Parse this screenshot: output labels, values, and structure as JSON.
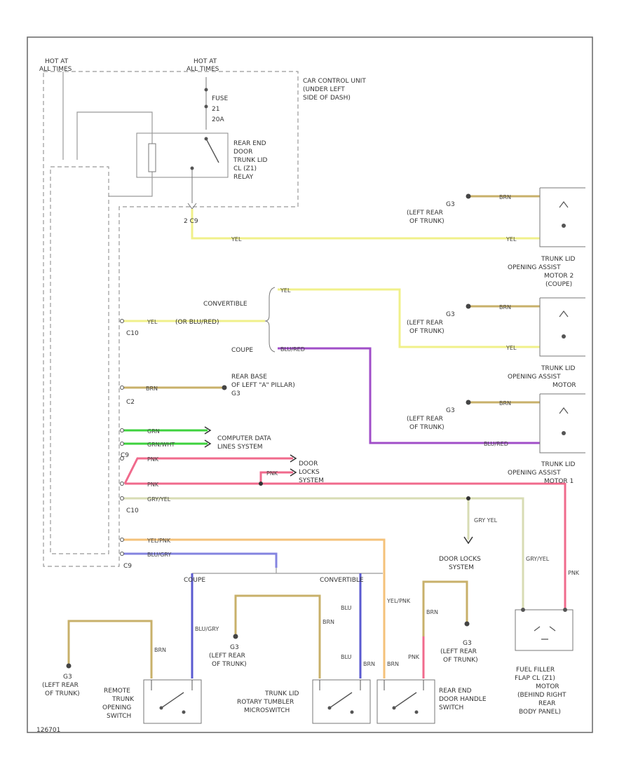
{
  "page": {
    "footer_code": "126701"
  },
  "labels": {
    "hot_ign_1": "HOT AT",
    "hot_ign_2": "ALL TIMES",
    "hot_all_1": "HOT AT",
    "hot_all_2": "ALL TIMES",
    "fuse_1": "FUSE",
    "fuse_2": "21",
    "fuse_3": "20A",
    "ccu_1": "CAR CONTROL UNIT",
    "ccu_2": "(UNDER LEFT",
    "ccu_3": "SIDE OF DASH)",
    "relay_1": "REAR END",
    "relay_2": "DOOR",
    "relay_3": "TRUNK LID",
    "relay_4": "CL (Z1)",
    "relay_5": "RELAY",
    "c9_top": "2  C9",
    "g_1a": "G3",
    "g_1b": "(LEFT REAR",
    "g_1c": "OF TRUNK)",
    "m3_1": "TRUNK LID",
    "m3_2": "OPENING ASSIST",
    "m3_3": "MOTOR 2",
    "m3_4": "(COUPE)",
    "convertible": "CONVERTIBLE",
    "or_blured": "(OR BLU/RED)",
    "coupe": "COUPE",
    "c10": "C10",
    "g_2a": "G3",
    "g_2b": "(LEFT REAR",
    "g_2c": "OF TRUNK)",
    "m2_1": "TRUNK LID",
    "m2_2": "OPENING ASSIST",
    "m2_3": "MOTOR",
    "rear_base_1": "REAR BASE",
    "rear_base_2": "OF LEFT \"A\" PILLAR)",
    "rear_base_3": "G3",
    "c2": "C2",
    "g_3a": "G3",
    "g_3b": "(LEFT REAR",
    "g_3c": "OF TRUNK)",
    "computer_1": "COMPUTER DATA",
    "computer_2": "LINES SYSTEM",
    "door_locks_1": "DOOR",
    "door_locks_2": "LOCKS",
    "door_locks_3": "SYSTEM",
    "m1_1": "TRUNK LID",
    "m1_2": "OPENING ASSIST",
    "m1_3": "MOTOR 1",
    "c9_mid": "C9",
    "c10_low": "C10",
    "c9_low": "C9",
    "door_locks_b1": "DOOR LOCKS",
    "door_locks_b2": "SYSTEM",
    "coupe_low": "COUPE",
    "convertible_low": "CONVERTIBLE",
    "g_4a": "G3",
    "g_4b": "(LEFT REAR",
    "g_4c": "OF TRUNK)",
    "g_5a": "G3",
    "g_5b": "(LEFT REAR",
    "g_5c": "OF TRUNK)",
    "g_6a": "G3",
    "g_6b": "(LEFT REAR",
    "g_6c": "OF TRUNK)",
    "remote_1": "REMOTE",
    "remote_2": "TRUNK",
    "remote_3": "OPENING",
    "remote_4": "SWITCH",
    "tumbler_1": "TRUNK LID",
    "tumbler_2": "ROTARY TUMBLER",
    "tumbler_3": "MICROSWITCH",
    "handle_1": "REAR END",
    "handle_2": "DOOR HANDLE",
    "handle_3": "SWITCH",
    "fuel_1": "FUEL FILLER",
    "fuel_2": "FLAP CL (Z1)",
    "fuel_3": "MOTOR",
    "fuel_4": "(BEHIND RIGHT",
    "fuel_5": "REAR",
    "fuel_6": "BODY PANEL)"
  },
  "wire_labels": {
    "yel_top_a": "YEL",
    "yel_top_b": "YEL",
    "brn_1": "BRN",
    "yel_c10": "YEL",
    "yel_conv": "YEL",
    "blured_coupe": "BLU/RED",
    "brn_2": "BRN",
    "yel_m2": "YEL",
    "brn_c2": "BRN",
    "brn_3": "BRN",
    "blured_m1": "BLU/RED",
    "grn": "GRN",
    "grnwht": "GRN/WHT",
    "pnk_1": "PNK",
    "pnk_2": "PNK",
    "pnk_3": "PNK",
    "gryel": "GRY/YEL",
    "yelpnk": "YEL/PNK",
    "blugry": "BLU/GRY",
    "gry_yel_v": "GRY YEL",
    "brn_remote": "BRN",
    "blu_remote": "BLU/GRY",
    "brn_tumbler": "BRN",
    "blu_tumbler_a": "BLU",
    "blu_tumbler_b": "BLU",
    "brn_tumbler2": "BRN",
    "yelpnk_v": "YEL/PNK",
    "brn_handle": "BRN",
    "brn_handle2": "BRN",
    "pnk_v": "PNK",
    "gryel_v": "GRY/YEL",
    "pnk_v2": "PNK"
  },
  "colors": {
    "yellow": "#f0f08a",
    "brown": "#c8b06a",
    "purple": "#a04ec8",
    "green": "#3ed23e",
    "pink": "#f06a8c",
    "orange": "#f4c27a",
    "blue": "#5a5ad0",
    "gray_yellow": "#d8dcb4",
    "gray": "#9a9a9a",
    "dark": "#444444"
  }
}
